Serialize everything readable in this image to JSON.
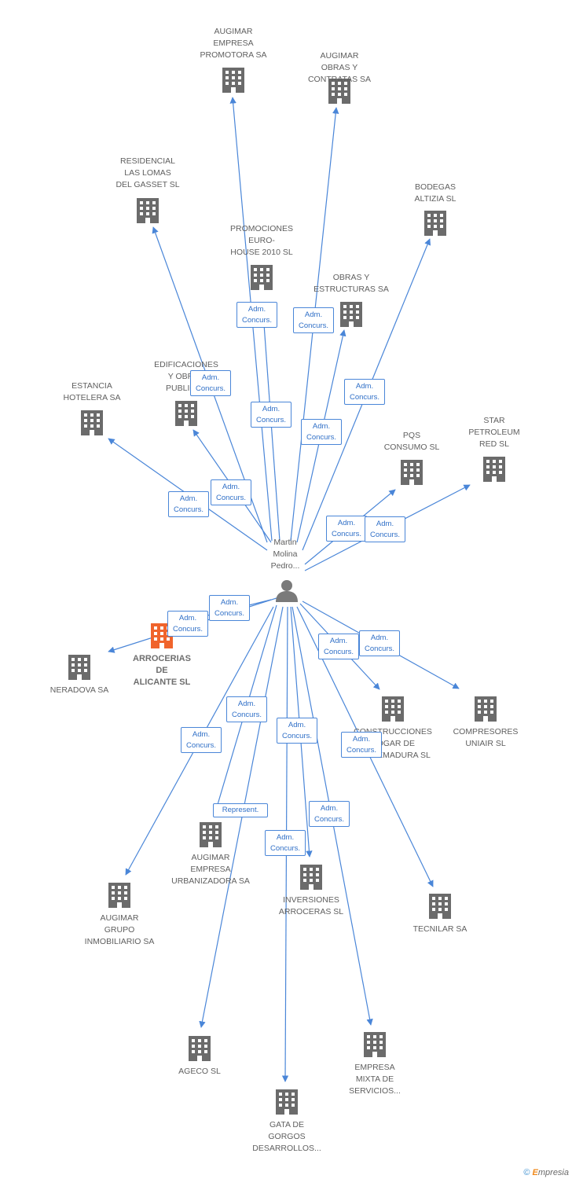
{
  "center": {
    "label": "Martin\nMolina\nPedro..."
  },
  "companies": [
    {
      "id": "augimar_promotora",
      "label": "AUGIMAR\nEMPRESA\nPROMOTORA SA"
    },
    {
      "id": "augimar_obras",
      "label": "AUGIMAR\nOBRAS Y\nCONTRATAS SA"
    },
    {
      "id": "residencial",
      "label": "RESIDENCIAL\nLAS LOMAS\nDEL GASSET SL"
    },
    {
      "id": "bodegas",
      "label": "BODEGAS\nALTIZIA SL"
    },
    {
      "id": "promociones",
      "label": "PROMOCIONES\nEURO-\nHOUSE 2010 SL"
    },
    {
      "id": "obras_estructuras",
      "label": "OBRAS Y\nESTRUCTURAS SA"
    },
    {
      "id": "edificaciones",
      "label": "EDIFICACIONES\nY OBRAS\nPUBLICAS"
    },
    {
      "id": "estancia",
      "label": "ESTANCIA\nHOTELERA SA"
    },
    {
      "id": "pqs",
      "label": "PQS\nCONSUMO SL"
    },
    {
      "id": "star",
      "label": "STAR\nPETROLEUM\nRED SL"
    },
    {
      "id": "arrocerias",
      "label": "ARROCERIAS\nDE\nALICANTE SL"
    },
    {
      "id": "neradova",
      "label": "NERADOVA SA"
    },
    {
      "id": "construcciones",
      "label": "CONSTRUCCIONES\nHOGAR DE\nEXTREMADURA SL"
    },
    {
      "id": "compresores",
      "label": "COMPRESORES\nUNIAIR SL"
    },
    {
      "id": "augimar_urbanizadora",
      "label": "AUGIMAR\nEMPRESA\nURBANIZADORA SA"
    },
    {
      "id": "augimar_grupo",
      "label": "AUGIMAR\nGRUPO\nINMOBILIARIO SA"
    },
    {
      "id": "inversiones",
      "label": "INVERSIONES\nARROCERAS SL"
    },
    {
      "id": "tecnilar",
      "label": "TECNILAR SA"
    },
    {
      "id": "ageco",
      "label": "AGECO SL"
    },
    {
      "id": "empresa_mixta",
      "label": "EMPRESA\nMIXTA DE\nSERVICIOS..."
    },
    {
      "id": "gata",
      "label": "GATA DE\nGORGOS\nDESARROLLOS..."
    }
  ],
  "edge_labels": [
    {
      "id": "promociones",
      "text": "Adm.\nConcurs."
    },
    {
      "id": "obras_estructuras",
      "text": "Adm.\nConcurs."
    },
    {
      "id": "edificaciones",
      "text": "Adm.\nConcurs."
    },
    {
      "id": "augimar_promotora",
      "text": "Adm.\nConcurs."
    },
    {
      "id": "bodegas",
      "text": "Adm.\nConcurs."
    },
    {
      "id": "augimar_obras",
      "text": "Adm.\nConcurs."
    },
    {
      "id": "residencial",
      "text": "Adm.\nConcurs."
    },
    {
      "id": "estancia",
      "text": "Adm.\nConcurs."
    },
    {
      "id": "pqs",
      "text": "Adm.\nConcurs."
    },
    {
      "id": "star",
      "text": "Adm.\nConcurs."
    },
    {
      "id": "neradova",
      "text": "Adm.\nConcurs."
    },
    {
      "id": "arrocerias",
      "text": "Adm.\nConcurs."
    },
    {
      "id": "construcciones",
      "text": "Adm.\nConcurs."
    },
    {
      "id": "compresores",
      "text": "Adm.\nConcurs."
    },
    {
      "id": "augimar_urbanizadora",
      "text": "Adm.\nConcurs."
    },
    {
      "id": "augimar_grupo",
      "text": "Adm.\nConcurs."
    },
    {
      "id": "inversiones",
      "text": "Adm.\nConcurs."
    },
    {
      "id": "tecnilar",
      "text": "Adm.\nConcurs."
    },
    {
      "id": "ageco",
      "text": "Represent."
    },
    {
      "id": "empresa_mixta",
      "text": "Adm.\nConcurs."
    },
    {
      "id": "gata",
      "text": "Adm.\nConcurs."
    }
  ],
  "footer": {
    "copyright": "©",
    "brand_initial": "E",
    "brand_rest": "mpresia"
  },
  "colors": {
    "edge": "#4a86d8",
    "building": "#6b6b6b",
    "highlight": "#f0642c",
    "person": "#7a7a7a"
  }
}
